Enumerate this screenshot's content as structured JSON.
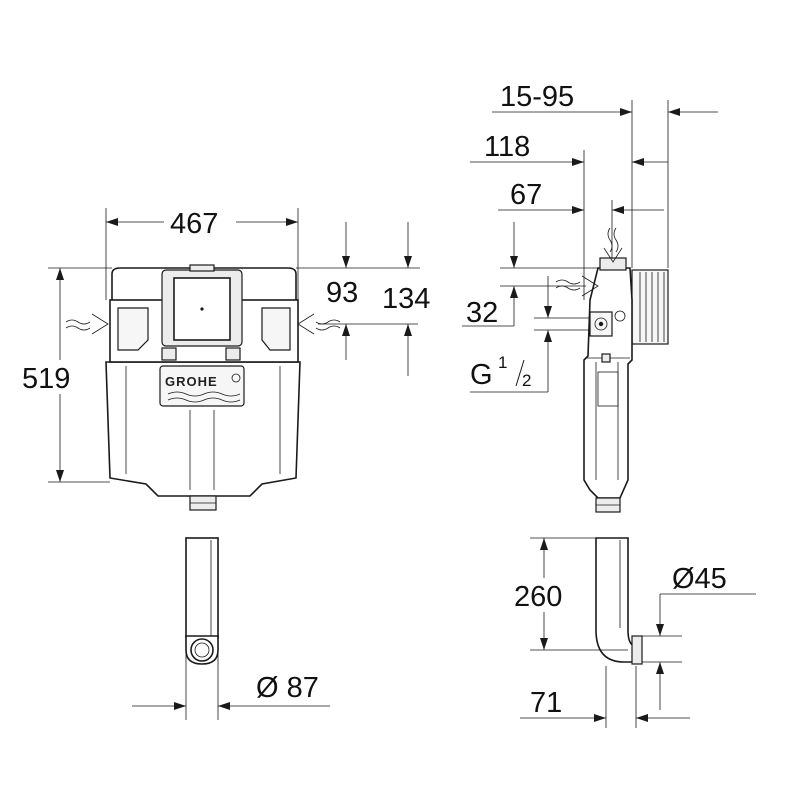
{
  "brand": {
    "logo_text": "GROHE"
  },
  "dimensions": {
    "front_width": "467",
    "front_height": "519",
    "inlet_height_upper": "93",
    "inlet_height_lower": "134",
    "flush_pipe_diameter": "Ø 87",
    "side_adjust": "15-95",
    "side_depth_total": "118",
    "side_depth_frame": "67",
    "side_inlet_offset": "32",
    "connection_thread_main": "G",
    "connection_thread_num": "1",
    "connection_thread_den": "2",
    "bend_height": "260",
    "outlet_diameter": "Ø45",
    "bend_depth": "71"
  }
}
